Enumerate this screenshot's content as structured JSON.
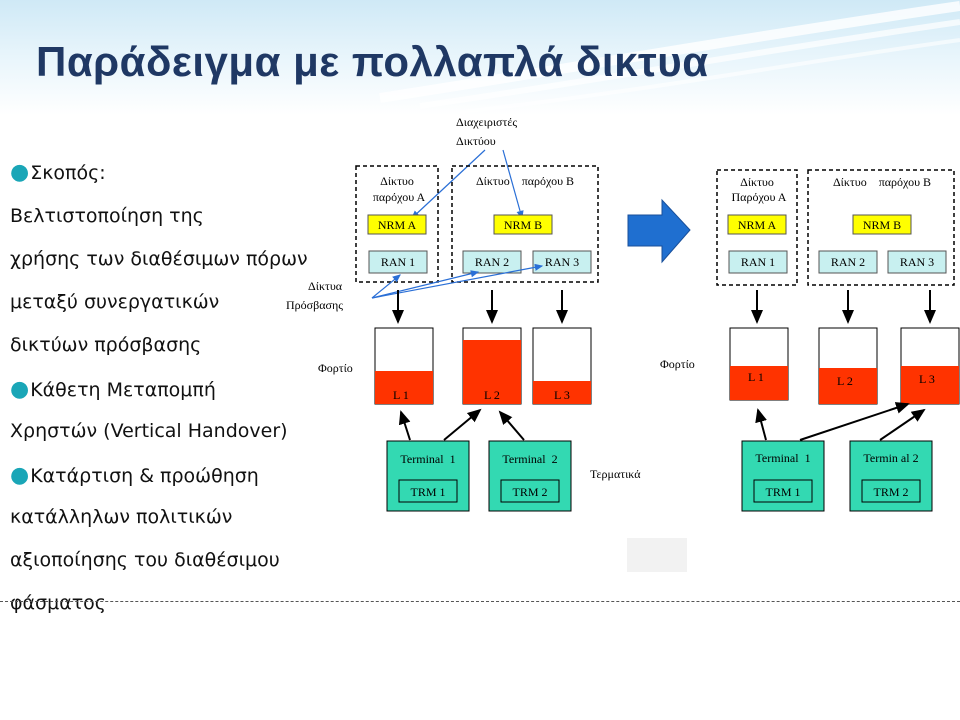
{
  "title": "Παράδειγμα με πολλαπλά δικτυα",
  "bullets": [
    {
      "text": "Σκοπός:",
      "dot": true
    },
    {
      "text": " Βελτιστοποίηση της",
      "dot": false
    },
    {
      "text": "χρήσης των διαθέσιμων πόρων",
      "dot": false
    },
    {
      "text": "μεταξύ συνεργατικών",
      "dot": false
    },
    {
      "text": "δικτύων πρόσβασης",
      "dot": false
    },
    {
      "text": "Κάθετη Μεταπομπή",
      "dot": true
    },
    {
      "text": "Χρηστών (Vertical Handover)",
      "dot": false
    },
    {
      "text": "Κατάρτιση & προώθηση",
      "dot": true
    },
    {
      "text": "κατάλληλων πολιτικών",
      "dot": false
    },
    {
      "text": "αξιοποίησης του διαθέσιμου",
      "dot": false
    },
    {
      "text": "φάσματος",
      "dot": false
    }
  ],
  "labels": {
    "network_managers_1": "Διαχειριστές",
    "network_managers_2": "Δικτύου",
    "access_networks_1": "Δίκτυα",
    "access_networks_2": "Πρόσβασης",
    "load": "Φορτίο",
    "terminals": "Τερματικά"
  },
  "left": {
    "provider_a_1": "Δίκτυο",
    "provider_a_2": "παρόχου Α",
    "provider_b": "Δίκτυο    παρόχου Β",
    "nrm_a": "NRM A",
    "nrm_b": "NRM B",
    "ran1": "RAN 1",
    "ran2": "RAN 2",
    "ran3": "RAN 3",
    "l1": "L 1",
    "l2": "L 2",
    "l3": "L 3",
    "terminal1": "Terminal  1",
    "terminal2": "Terminal  2",
    "trm1": "TRM 1",
    "trm2": "TRM 2"
  },
  "right": {
    "provider_a_1": "Δίκτυο",
    "provider_a_2": "Παρόχου Α",
    "provider_b": "Δίκτυο    παρόχου Β",
    "nrm_a": "NRM A",
    "nrm_b": "NRM B",
    "ran1": "RAN 1",
    "ran2": "RAN 2",
    "ran3": "RAN 3",
    "l1": "L 1",
    "l2": "L 2",
    "l3": "L 3",
    "terminal1": "Terminal  1",
    "terminal2": "Termin al 2",
    "trm1": "TRM 1",
    "trm2": "TRM 2"
  },
  "load_levels": {
    "left": {
      "l1": 0.44,
      "l2": 0.84,
      "l3": 0.3
    },
    "right": {
      "l1": 0.47,
      "l2": 0.47,
      "l3": 0.5
    }
  },
  "colors": {
    "title": "#1f3864",
    "nrm": "#ffff00",
    "ran": "#c8f0f0",
    "terminal": "#33d9b2",
    "load": "#ff3300",
    "arrow_big": "#1f6fd0",
    "bullet": "#1aa6b7"
  }
}
